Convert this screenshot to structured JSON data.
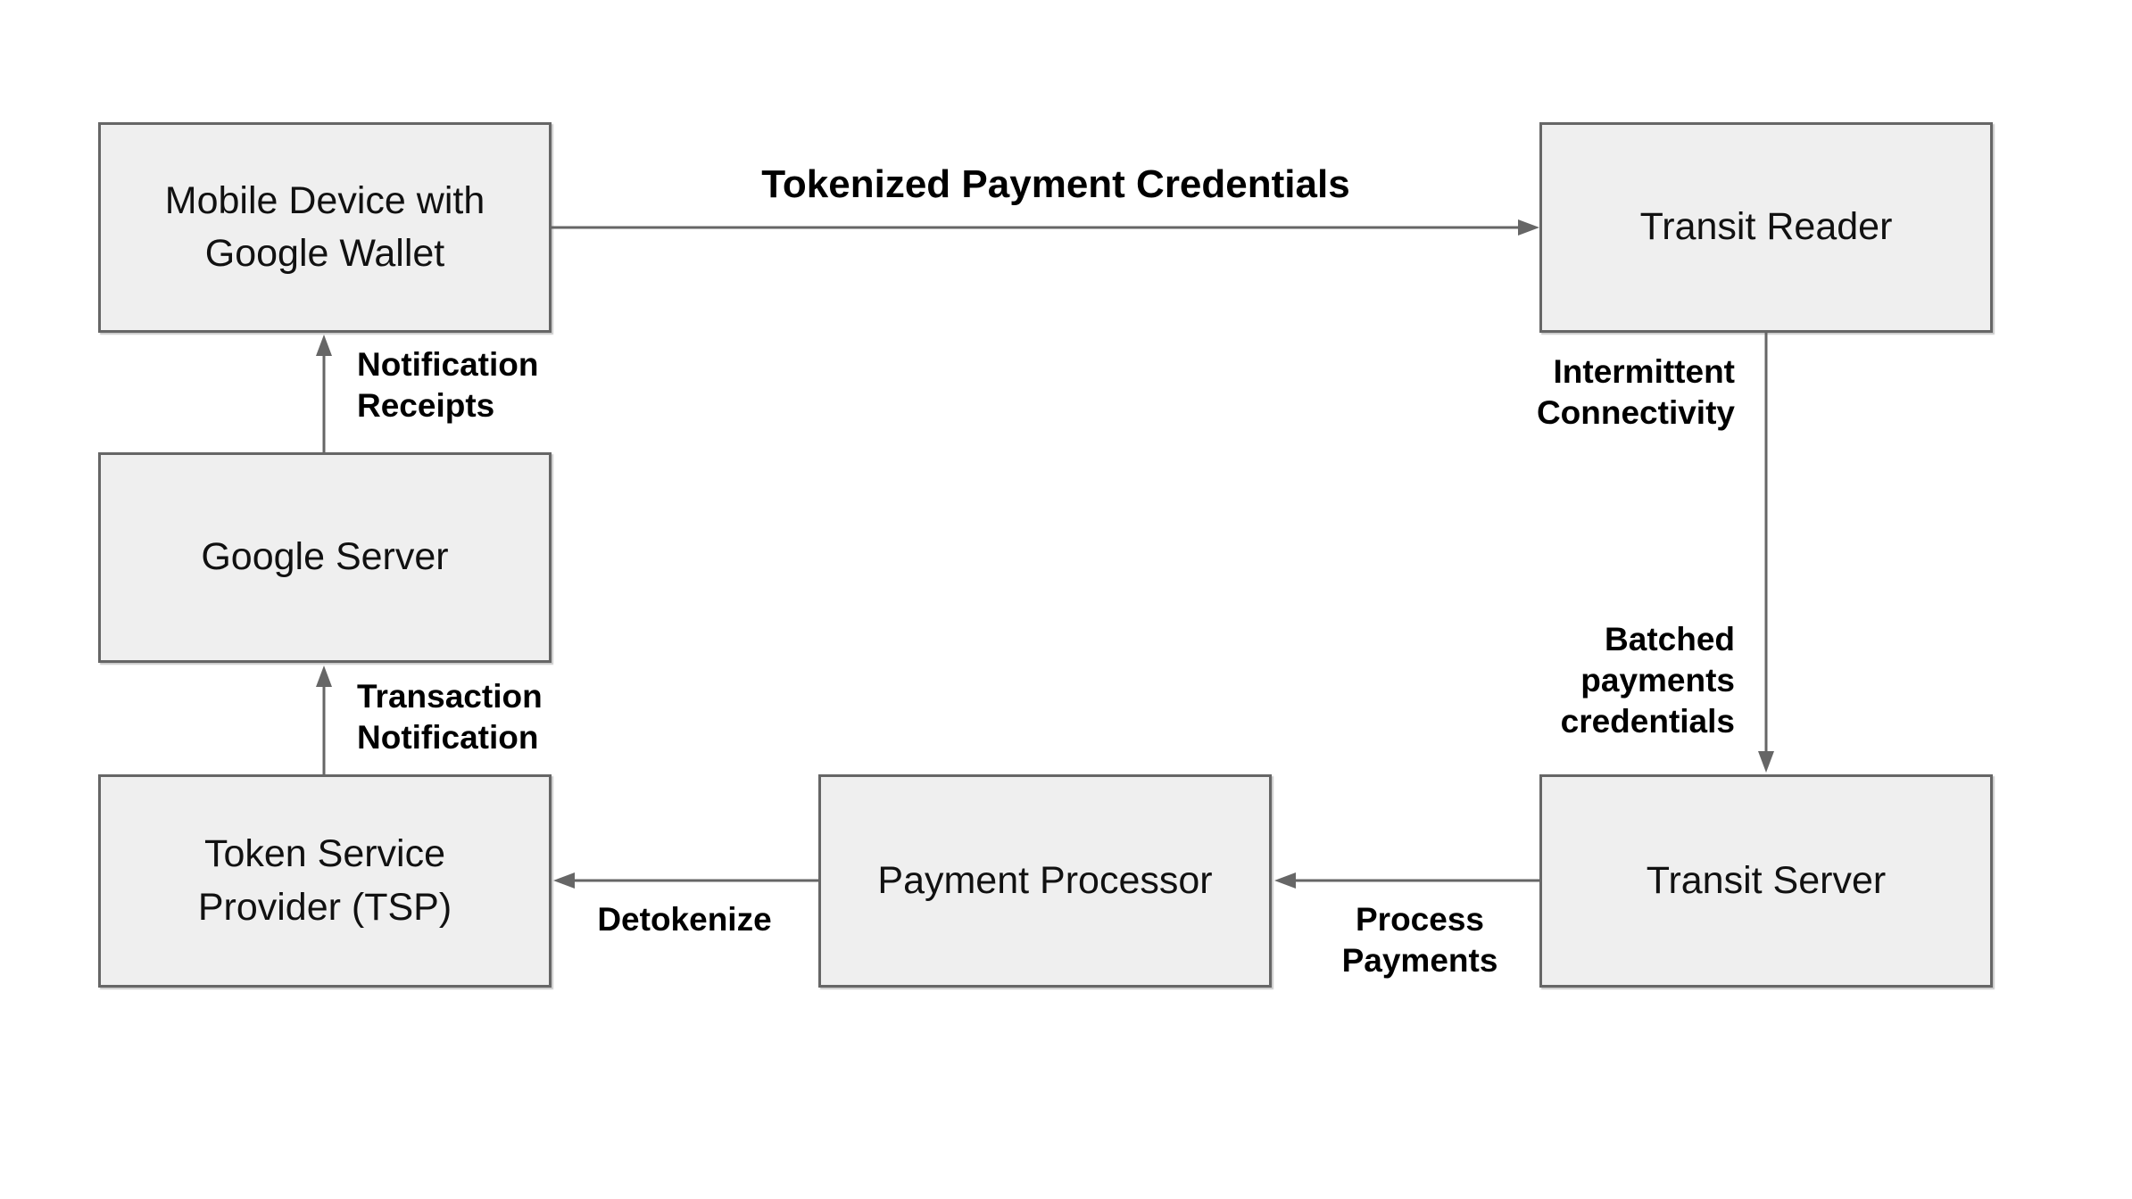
{
  "diagram": {
    "nodes": {
      "mobile_device": {
        "label": "Mobile Device with\nGoogle Wallet"
      },
      "transit_reader": {
        "label": "Transit Reader"
      },
      "google_server": {
        "label": "Google Server"
      },
      "tsp": {
        "label": "Token Service\nProvider (TSP)"
      },
      "payment_processor": {
        "label": "Payment Processor"
      },
      "transit_server": {
        "label": "Transit Server"
      }
    },
    "edge_labels": {
      "tokenized_payment_credentials": "Tokenized Payment Credentials",
      "notification_receipts": "Notification\nReceipts",
      "transaction_notification": "Transaction\nNotification",
      "intermittent_connectivity": "Intermittent\nConnectivity",
      "batched_payments_credentials": "Batched\npayments\ncredentials",
      "detokenize": "Detokenize",
      "process_payments": "Process\nPayments"
    },
    "colors": {
      "box_fill": "#efefef",
      "box_border": "#666666",
      "arrow": "#666666",
      "label_text": "#000000",
      "node_text": "#111111",
      "background": "#ffffff"
    }
  }
}
